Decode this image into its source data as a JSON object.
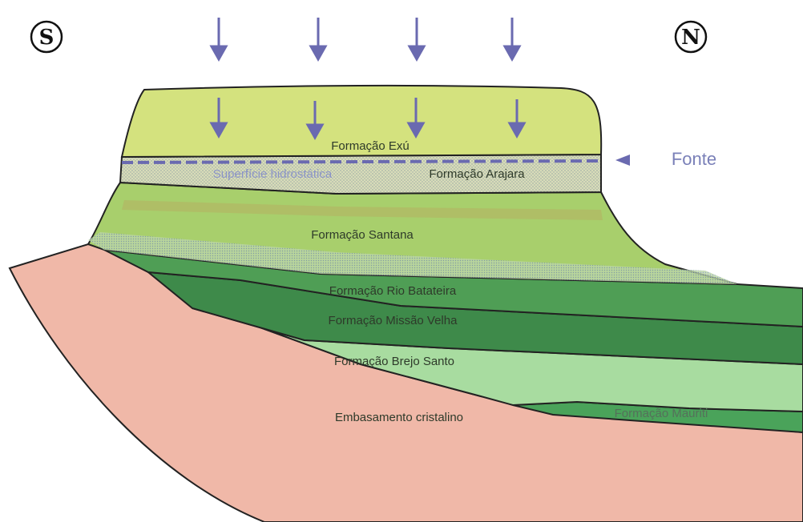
{
  "compass": {
    "south": "S",
    "north": "N"
  },
  "labels": {
    "exu": "Formação Exú",
    "hydrostatic": "Superfície hidrostática",
    "arajara": "Formação Arajara",
    "fonte": "Fonte",
    "santana": "Formação Santana",
    "rio_batateira": "Formação Rio Batateira",
    "missao_velha": "Formação Missão Velha",
    "brejo_santo": "Formação Brejo Santo",
    "embasamento": "Embasamento cristalino",
    "mauriti": "Formação Mauriti"
  },
  "colors": {
    "exu": "#d4e27e",
    "arajara": "#d8dcb8",
    "santana": "#a8cf6c",
    "rio_batateira": "#4f9e55",
    "missao_velha": "#3e8a4a",
    "brejo_santo": "#a8dca0",
    "mauriti": "#4aa35a",
    "embasamento": "#f0b8a8",
    "arrows": "#6a6ab0"
  }
}
